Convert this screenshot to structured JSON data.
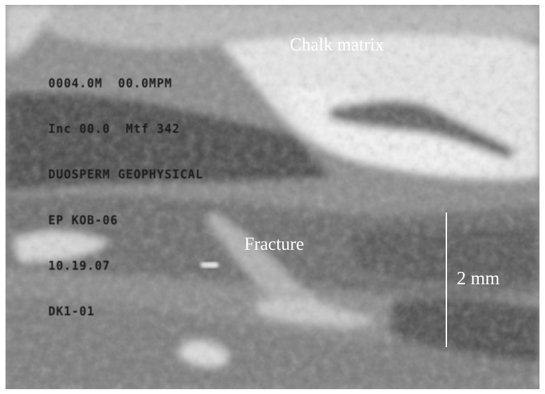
{
  "overlay_lines": [
    "0004.0M  00.0MPM",
    "Inc 00.0  Mtf 342",
    "DUOSPERM GEOPHYSICAL",
    "EP KOB-06",
    "10.19.07",
    "DK1-01"
  ],
  "labels": {
    "chalk": "Chalk matrix",
    "fracture": "Fracture",
    "scale": "2 mm"
  },
  "colors": {
    "label_text": "#ffffff",
    "scale_bar": "#ffffff",
    "overlay_text": "#1c1c1c"
  }
}
